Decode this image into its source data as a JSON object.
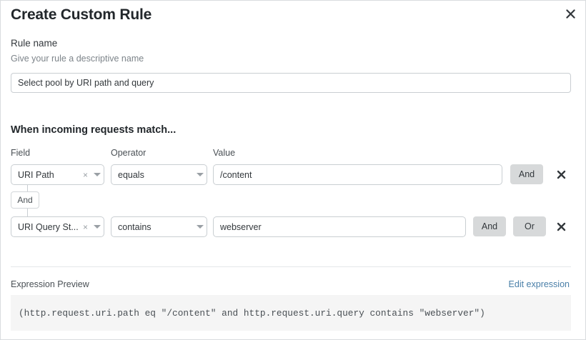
{
  "dialog": {
    "title": "Create Custom Rule",
    "close_icon": "close-icon"
  },
  "rule_name": {
    "label": "Rule name",
    "help": "Give your rule a descriptive name",
    "value": "Select pool by URI path and query",
    "placeholder": ""
  },
  "match_section": {
    "heading": "When incoming requests match...",
    "columns": {
      "field": "Field",
      "operator": "Operator",
      "value": "Value"
    },
    "connector": {
      "label": "And"
    },
    "rows": [
      {
        "field": "URI Path",
        "operator": "equals",
        "value": "/content",
        "clear_icon": "×",
        "buttons": [
          "And"
        ],
        "delete_icon": "delete-icon"
      },
      {
        "field": "URI Query St...",
        "operator": "contains",
        "value": "webserver",
        "clear_icon": "×",
        "buttons": [
          "And",
          "Or"
        ],
        "delete_icon": "delete-icon"
      }
    ]
  },
  "expression": {
    "label": "Expression Preview",
    "edit_link": "Edit expression",
    "text": "(http.request.uri.path eq \"/content\" and http.request.uri.query contains \"webserver\")"
  },
  "colors": {
    "link": "#4a7fa8",
    "button_gray": "#d7d9da",
    "border": "#c9ced2",
    "preview_bg": "#f5f5f5"
  }
}
